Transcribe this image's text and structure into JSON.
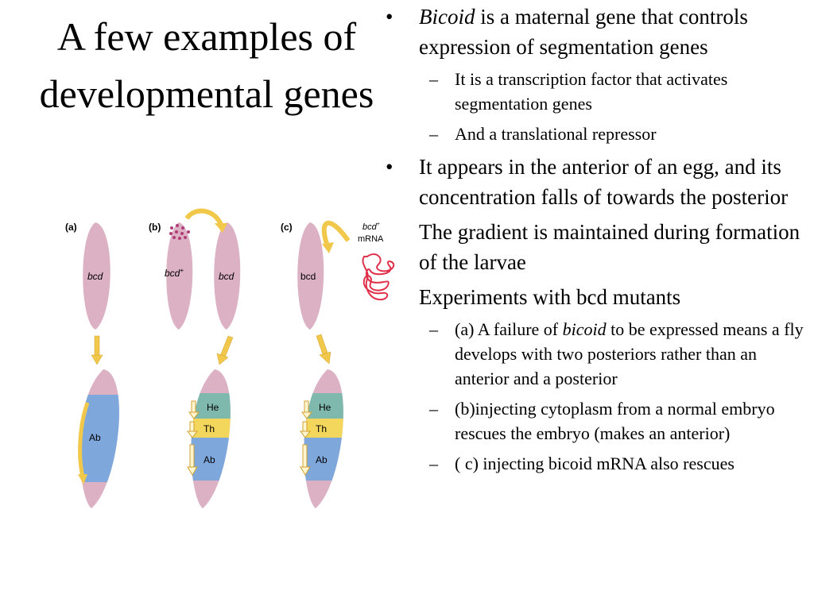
{
  "slide": {
    "title": "A few examples of developmental genes",
    "bullets": {
      "b1": {
        "italic": "Bicoid",
        "rest": " is a maternal gene that controls expression of segmentation genes"
      },
      "b1_sub1": "It is a transcription factor that activates segmentation genes",
      "b1_sub2": "And a translational repressor",
      "b2": "It appears in the anterior of an egg, and its concentration falls of towards the posterior",
      "b3": "The gradient is maintained during formation of the larvae",
      "b4": "Experiments with bcd mutants",
      "b4_sub1": {
        "pre": "(a) A failure of ",
        "italic": "bicoid",
        "post": " to be expressed means a fly develops with two posteriors rather than an anterior and a posterior"
      },
      "b4_sub2": "(b)injecting cytoplasm from a normal embryo rescues the embryo (makes an anterior)",
      "b4_sub3": "( c) injecting bicoid mRNA also rescues",
      "bullet_mark": "•",
      "dash_mark": "–"
    }
  },
  "figure": {
    "panel_a": "(a)",
    "panel_b": "(b)",
    "panel_c": "(c)",
    "bcd": "bcd",
    "bcd_plus": "bcd",
    "plus": "+",
    "mrna": "mRNA",
    "he": "He",
    "th": "Th",
    "ab": "Ab",
    "colors": {
      "egg": "#dcb1c4",
      "ab": "#7ea8dc",
      "he": "#7fb9ad",
      "th": "#f3d65c",
      "arrow": "#f1c84a",
      "rna": "#e0304a",
      "dots": "#b03c78"
    }
  }
}
